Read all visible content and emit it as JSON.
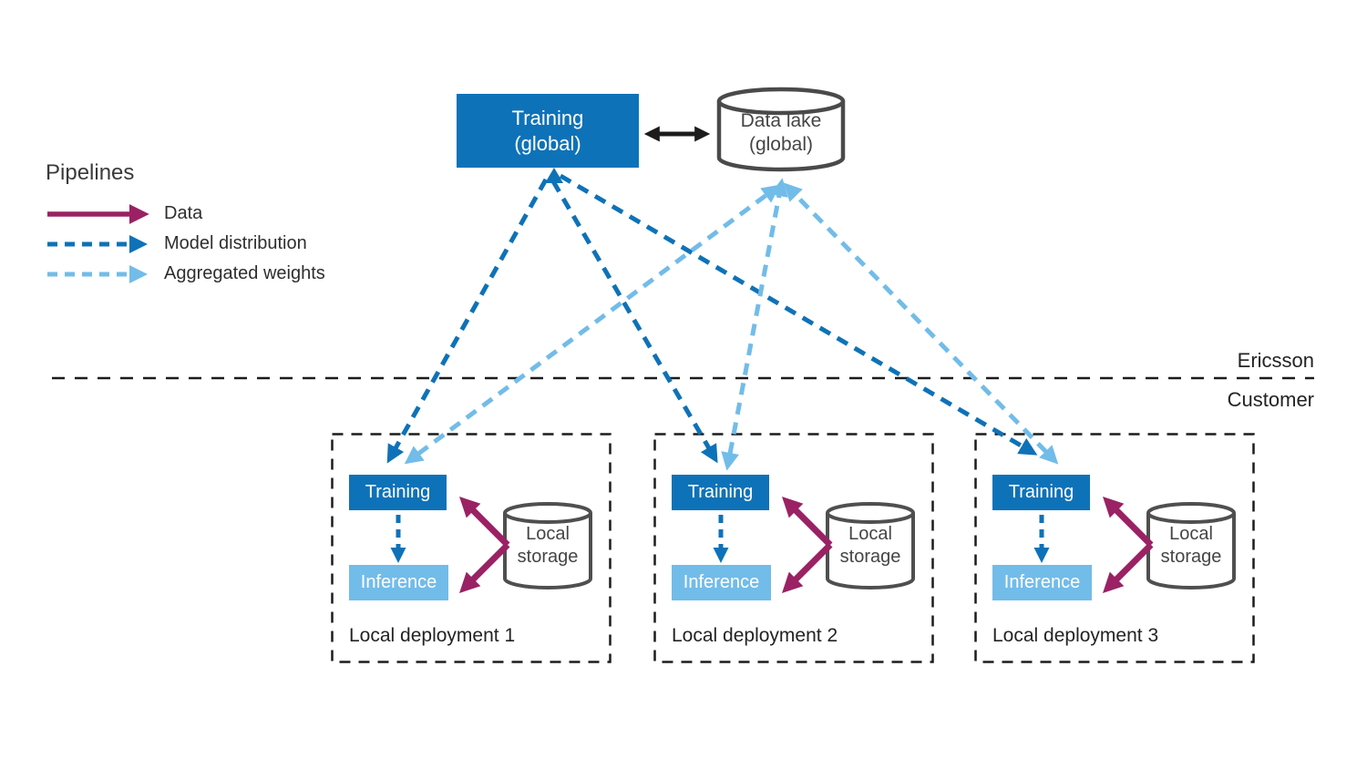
{
  "global_nodes": {
    "training": {
      "line1": "Training",
      "line2": "(global)"
    },
    "data_lake": {
      "line1": "Data lake",
      "line2": "(global)"
    }
  },
  "legend": {
    "title": "Pipelines",
    "items": [
      {
        "label": "Data",
        "style": "solid",
        "color": "#9a2264"
      },
      {
        "label": "Model distribution",
        "style": "dashed",
        "color": "#0e72b8"
      },
      {
        "label": "Aggregated weights",
        "style": "dashed",
        "color": "#72bce9"
      }
    ]
  },
  "boundary": {
    "upper_label": "Ericsson",
    "lower_label": "Customer"
  },
  "deployments": [
    {
      "name": "Local deployment 1",
      "training_label": "Training",
      "inference_label": "Inference",
      "storage": {
        "line1": "Local",
        "line2": "storage"
      }
    },
    {
      "name": "Local deployment 2",
      "training_label": "Training",
      "inference_label": "Inference",
      "storage": {
        "line1": "Local",
        "line2": "storage"
      }
    },
    {
      "name": "Local deployment 3",
      "training_label": "Training",
      "inference_label": "Inference",
      "storage": {
        "line1": "Local",
        "line2": "storage"
      }
    }
  ],
  "colors": {
    "model_distribution_blue": "#0e72b8",
    "aggregated_weights_blue": "#72bce9",
    "data_magenta": "#9a2264",
    "line_black": "#1c1c1c",
    "cylinder_gray": "#4a4a4a"
  }
}
